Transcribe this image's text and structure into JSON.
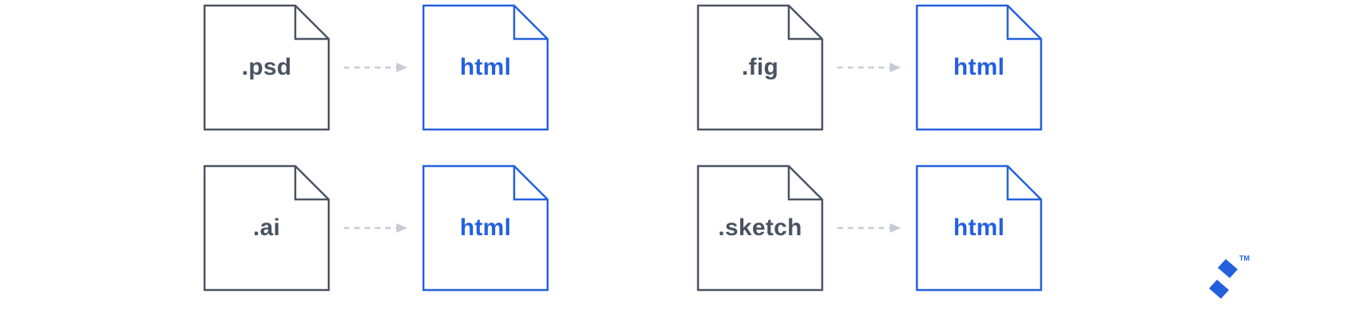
{
  "conversions": [
    {
      "source": ".psd",
      "target": "html"
    },
    {
      "source": ".fig",
      "target": "html"
    },
    {
      "source": ".ai",
      "target": "html"
    },
    {
      "source": ".sketch",
      "target": "html"
    }
  ],
  "colors": {
    "background": "#ffffff",
    "source_outline": "#4a5362",
    "source_text": "#4a5362",
    "target_outline": "#2360dd",
    "target_text": "#2360dd",
    "arrow": "#c7ccd4",
    "logo": "#2360dd"
  },
  "icons": {
    "source_file": "file-icon",
    "target_file": "file-icon",
    "arrow": "dashed-arrow-right-icon",
    "logo": "toptal-logo"
  },
  "logo": {
    "trademark": "TM"
  }
}
